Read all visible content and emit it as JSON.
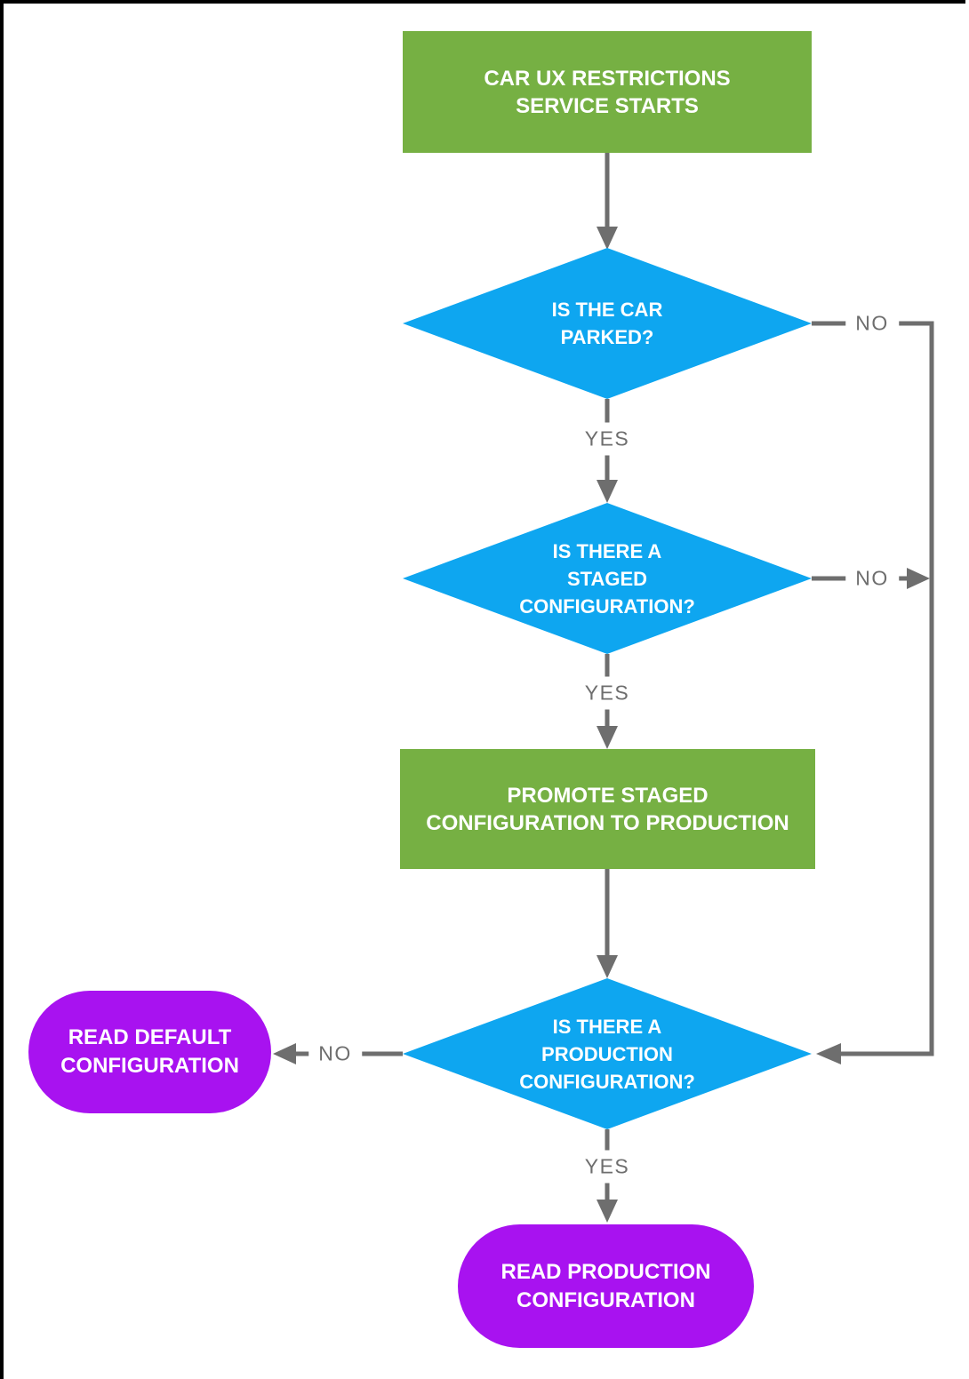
{
  "flowchart": {
    "colors": {
      "process": "#76B043",
      "decision": "#0EA6F0",
      "terminal": "#A812F0",
      "connector": "#6E6E6E",
      "node_text": "#FFFFFF",
      "frame": "#000000"
    },
    "nodes": {
      "start": {
        "label": "CAR UX RESTRICTIONS\nSERVICE STARTS"
      },
      "parked": {
        "label": "IS THE CAR\nPARKED?"
      },
      "staged": {
        "label": "IS THERE A\nSTAGED\nCONFIGURATION?"
      },
      "promote": {
        "label": "PROMOTE STAGED\nCONFIGURATION TO PRODUCTION"
      },
      "production": {
        "label": "IS THERE A\nPRODUCTION\nCONFIGURATION?"
      },
      "read_default": {
        "label": "READ DEFAULT\nCONFIGURATION"
      },
      "read_production": {
        "label": "READ PRODUCTION\nCONFIGURATION"
      }
    },
    "edge_labels": {
      "parked_yes": "YES",
      "parked_no": "NO",
      "staged_yes": "YES",
      "staged_no": "NO",
      "production_yes": "YES",
      "production_no": "NO"
    }
  }
}
